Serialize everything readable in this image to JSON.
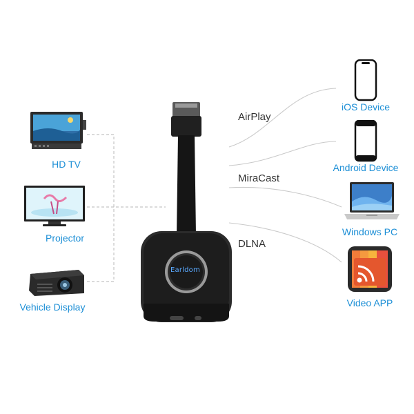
{
  "left_devices": [
    {
      "label": "HD TV",
      "icon": "monitor-icon"
    },
    {
      "label": "Projector",
      "icon": "tv-icon"
    },
    {
      "label": "Vehicle Display",
      "icon": "projector-icon"
    }
  ],
  "right_devices": [
    {
      "label": "iOS Device",
      "icon": "iphone-icon"
    },
    {
      "label": "Android Device",
      "icon": "android-phone-icon"
    },
    {
      "label": "Windows PC",
      "icon": "laptop-icon"
    },
    {
      "label": "Video APP",
      "icon": "video-app-icon"
    }
  ],
  "protocols": [
    "AirPlay",
    "MiraCast",
    "DLNA"
  ],
  "dongle": {
    "brand": "Earldom"
  },
  "colors": {
    "label_blue": "#1d8fd6",
    "connector_line": "#bbbbbb"
  }
}
